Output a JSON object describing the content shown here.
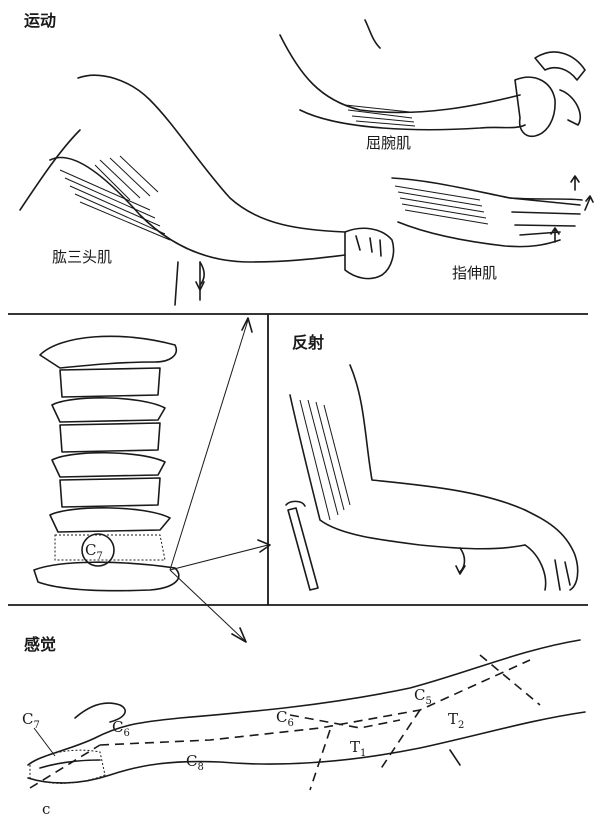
{
  "sections": {
    "motor": {
      "heading": "运动",
      "labels": {
        "triceps": "肱三头肌",
        "wrist_flexor": "屈腕肌",
        "finger_extensor": "指伸肌"
      }
    },
    "reflex": {
      "heading": "反射"
    },
    "sensory": {
      "heading": "感觉",
      "dermatomes": {
        "c7": "C",
        "c7_sub": "7",
        "c6a": "C",
        "c6a_sub": "6",
        "c6b": "C",
        "c6b_sub": "6",
        "c8": "C",
        "c8_sub": "8",
        "t1": "T",
        "t1_sub": "1",
        "c5": "C",
        "c5_sub": "5",
        "t2": "T",
        "t2_sub": "2"
      }
    }
  },
  "spine": {
    "level_label": "C",
    "level_sub": "7"
  },
  "figure_letter": "c"
}
